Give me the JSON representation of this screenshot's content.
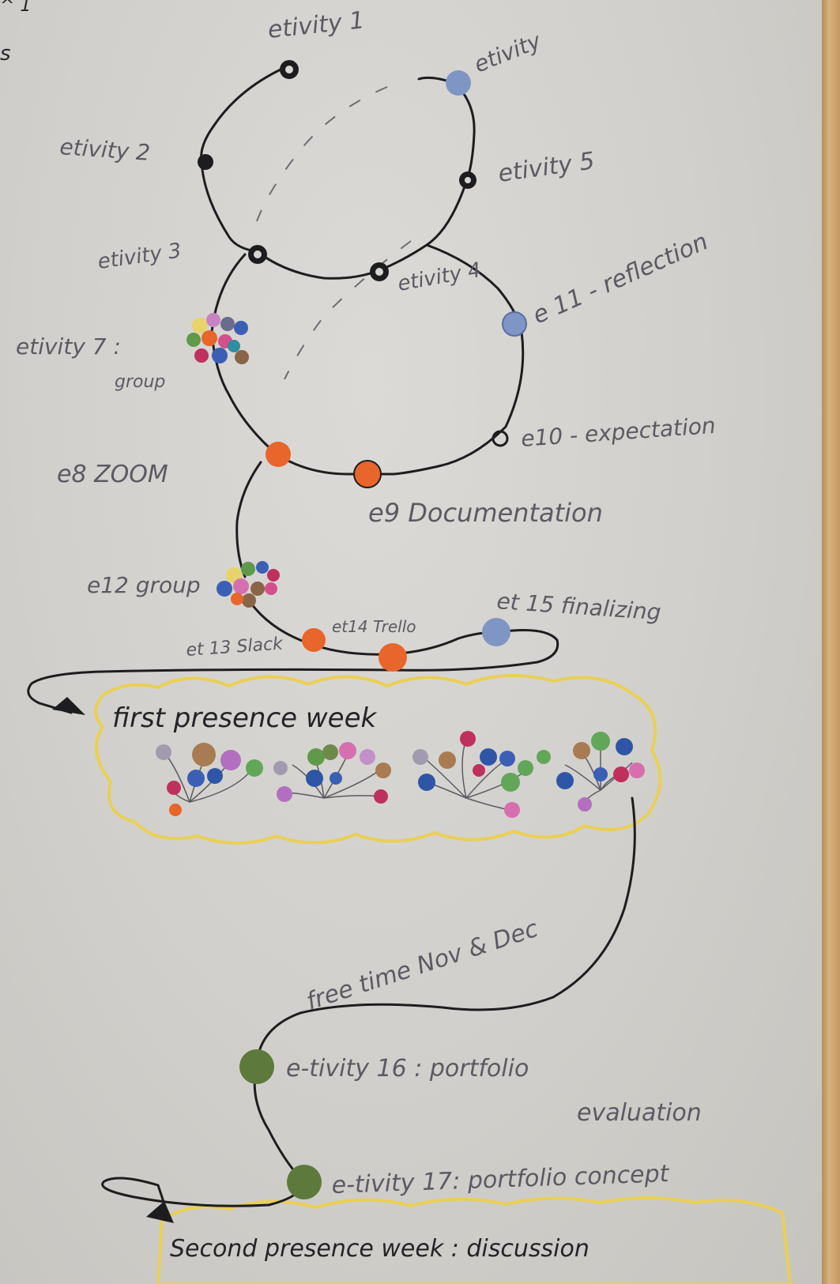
{
  "corner_text": {
    "top": "^ 1",
    "side": "s"
  },
  "labels": {
    "etivity1": "etivity 1",
    "etivity6": "etivity",
    "etivity2": "etivity 2",
    "etivity5": "etivity 5",
    "etivity3": "etivity 3",
    "etivity4": "etivity 4",
    "e11": "e 11 - reflection",
    "etivity7": "etivity 7 :",
    "etivity7_sub": "group",
    "e10": "e10 - expectation",
    "e8": "e8 ZOOM",
    "e9": "e9 Documentation",
    "e12": "e12 group",
    "et15": "et 15 finalizing",
    "et14": "et14 Trello",
    "et13": "et 13 Slack",
    "first_week": "first presence week",
    "free_time": "free time Nov & Dec",
    "etivity16": "e-tivity 16 : portfolio",
    "etivity16_sub": "evaluation",
    "etivity17": "e-tivity 17: portfolio concept",
    "second_week": "Second presence week : discussion"
  },
  "colors": {
    "ink": "#1d1d20",
    "pencil": "#5b5a63",
    "orange": "#e8652c",
    "blue": "#7f95c4",
    "green": "#5d7a3c",
    "yellow": "#e9cf55"
  }
}
